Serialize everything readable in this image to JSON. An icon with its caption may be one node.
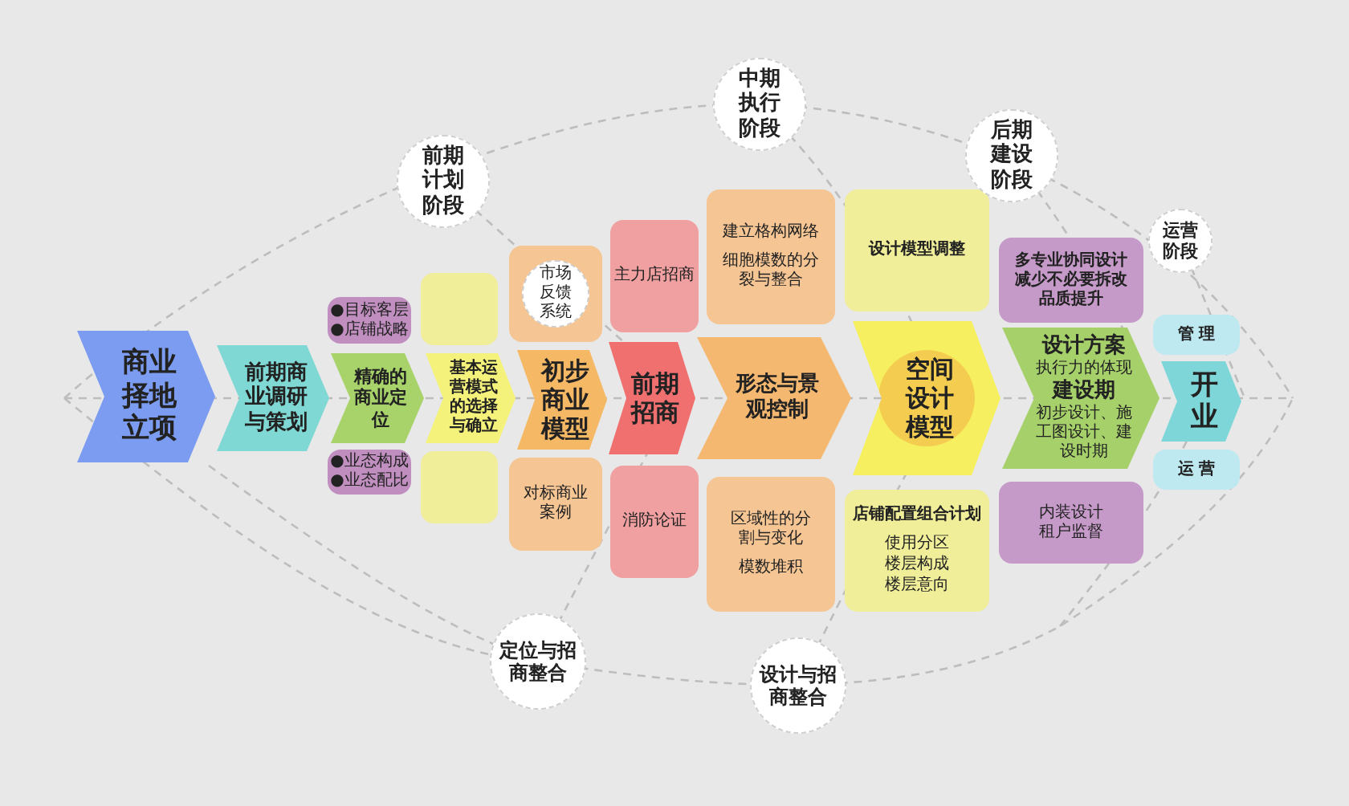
{
  "diagram": {
    "nodes": [
      {
        "text": [
          "商业择地立项"
        ]
      },
      {
        "text": [
          "前期商业调研与策划"
        ]
      },
      {
        "text": [
          "精确的商业定位"
        ]
      },
      {
        "text": [
          "基本运营模式的选择与确立"
        ]
      },
      {
        "text": [
          "初步商业模型"
        ]
      },
      {
        "text": [
          "前期招商"
        ]
      },
      {
        "text": [
          "形态与景观控制"
        ]
      },
      {
        "text": [
          "空间设计模型"
        ]
      },
      {
        "text": [
          "设计方案",
          "执行力的体现",
          "建设期",
          "初步设计、施工图设计、建设时期"
        ]
      },
      {
        "text": [
          "开业"
        ]
      },
      {
        "text": [
          "●目标客层",
          "●店铺战略"
        ]
      },
      {
        "text": [
          "●业态构成",
          "●业态配比"
        ]
      },
      {
        "text": [],
        "shape": "box"
      },
      {
        "text": [],
        "shape": "box"
      },
      {
        "text": [],
        "shape": "box"
      },
      {
        "text": [
          "市场反馈系统"
        ],
        "in": 14
      },
      {
        "text": [
          "对标商业案例"
        ]
      },
      {
        "text": [
          "主力店招商"
        ]
      },
      {
        "text": [
          "消防论证"
        ]
      },
      {
        "text": [
          "建立格构网络",
          "细胞模数的分裂与整合"
        ]
      },
      {
        "text": [
          "区域性的分割与变化",
          "模数堆积"
        ]
      },
      {
        "text": [
          "设计模型调整"
        ]
      },
      {
        "text": [
          "店铺配置组合计划",
          "使用分区",
          "楼层构成",
          "楼层意向"
        ]
      },
      {
        "text": [
          "多专业协同设计",
          "减少不必要拆改",
          "品质提升"
        ]
      },
      {
        "text": [
          "内装设计",
          "租户监督"
        ]
      },
      {
        "text": [
          "管 理"
        ]
      },
      {
        "text": [
          "运 营"
        ]
      },
      {
        "text": [
          "前期计划阶段"
        ]
      },
      {
        "text": [
          "中期执行阶段"
        ]
      },
      {
        "text": [
          "后期建设阶段"
        ]
      },
      {
        "text": [
          "运营阶段"
        ]
      },
      {
        "text": [
          "定位与招商整合"
        ]
      },
      {
        "text": [
          "设计与招商整合"
        ]
      }
    ]
  }
}
